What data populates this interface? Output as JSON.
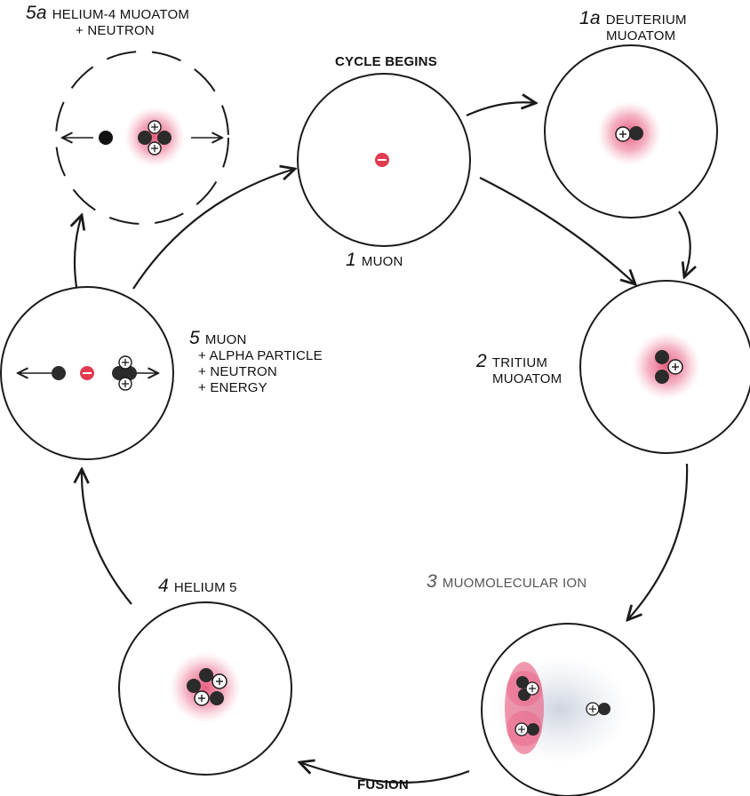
{
  "colors": {
    "nucleus_glow": "#e8547a",
    "muon": "#e23a4e",
    "particle": "#2b2b2b",
    "outline": "#1a1a1a",
    "molecular_cloud": "#c9cfdc"
  },
  "header": {
    "cycle_begins": "CYCLE BEGINS"
  },
  "stages": {
    "s1": {
      "number": "1",
      "lines": [
        "MUON"
      ]
    },
    "s1a": {
      "number": "1a",
      "lines": [
        "DEUTERIUM",
        "MUOATOM"
      ]
    },
    "s2": {
      "number": "2",
      "lines": [
        "TRITIUM",
        "MUOATOM"
      ]
    },
    "s3": {
      "number": "3",
      "lines": [
        "MUOMOLECULAR ION"
      ]
    },
    "s4": {
      "number": "4",
      "lines": [
        "HELIUM 5"
      ]
    },
    "s5": {
      "number": "5",
      "lines": [
        "MUON",
        "+ ALPHA PARTICLE",
        "+ NEUTRON",
        "+ ENERGY"
      ]
    },
    "s5a": {
      "number": "5a",
      "lines": [
        "HELIUM-4 MUOATOM",
        "+ NEUTRON"
      ]
    }
  },
  "footer": {
    "fusion": "FUSION"
  }
}
